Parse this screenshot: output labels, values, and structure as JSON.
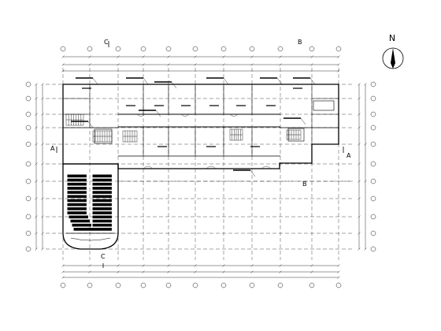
{
  "north_label": "N",
  "section_labels": {
    "c_top": "C",
    "b_top": "B",
    "b_mid": "B",
    "c_bottom": "C",
    "a_left": "A",
    "a_right": "A"
  },
  "colors": {
    "line": "#000000",
    "background": "#ffffff"
  }
}
